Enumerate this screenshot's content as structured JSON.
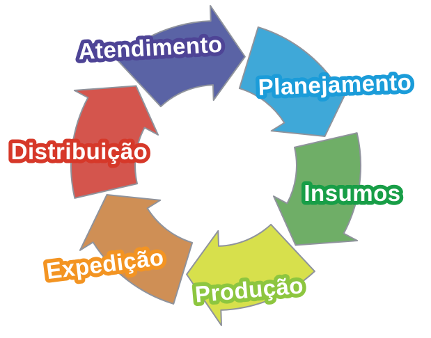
{
  "diagram": {
    "type": "cycle",
    "flow": "clockwise",
    "background_color": "#ffffff",
    "label_text_color": "#ffffff",
    "steps": [
      {
        "label": "Atendimento",
        "arrow_color": "#5a63a5",
        "outline_color": "#4e4496"
      },
      {
        "label": "Planejamento",
        "arrow_color": "#3fa8d8",
        "outline_color": "#1b9cd9"
      },
      {
        "label": "Insumos",
        "arrow_color": "#6fae67",
        "outline_color": "#189e47"
      },
      {
        "label": "Produção",
        "arrow_color": "#d7e04c",
        "outline_color": "#8dc63f"
      },
      {
        "label": "Expedição",
        "arrow_color": "#cf8f55",
        "outline_color": "#f39422"
      },
      {
        "label": "Distribuição",
        "arrow_color": "#d4554d",
        "outline_color": "#d63829"
      }
    ]
  }
}
